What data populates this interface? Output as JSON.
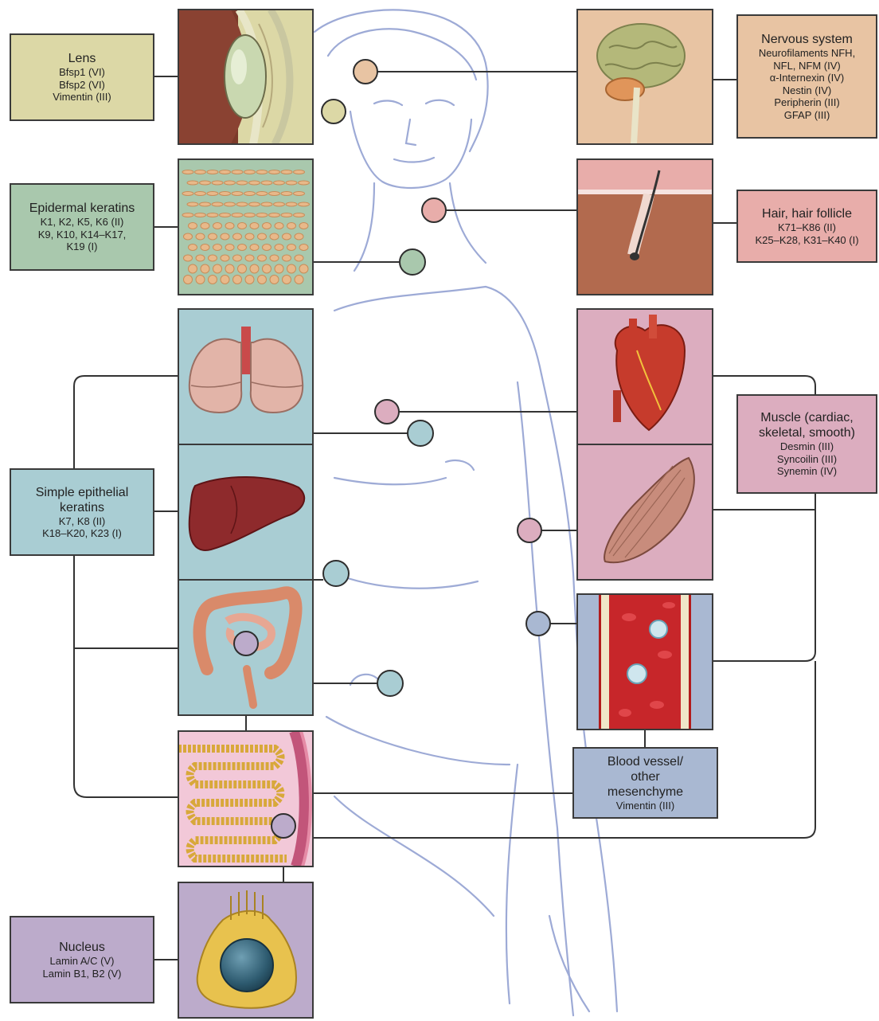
{
  "colors": {
    "lens": "#dcd8a6",
    "nervous": "#e8c4a3",
    "epidermal": "#a9c8ad",
    "hair": "#e8adaa",
    "simple": "#a9cdd3",
    "muscle": "#dcadbf",
    "blood": "#a9b8d2",
    "nucleus": "#bcabcb",
    "connector": "#333333",
    "sketch": "#8d9ccf"
  },
  "labels": {
    "lens": {
      "title": "Lens",
      "lines": [
        "Bfsp1 (VI)",
        "Bfsp2 (VI)",
        "Vimentin (III)"
      ]
    },
    "nervous": {
      "title": "Nervous system",
      "lines": [
        "Neurofilaments NFH,",
        "NFL, NFM (IV)",
        "α-Internexin (IV)",
        "Nestin (IV)",
        "Peripherin (III)",
        "GFAP (III)"
      ]
    },
    "epidermal": {
      "title": "Epidermal keratins",
      "lines": [
        "K1, K2, K5, K6 (II)",
        "K9, K10, K14–K17,",
        "K19 (I)"
      ]
    },
    "hair": {
      "title": "Hair, hair follicle",
      "lines": [
        "K71–K86 (II)",
        "K25–K28, K31–K40 (I)"
      ]
    },
    "simple": {
      "title": "Simple epithelial keratins",
      "lines": [
        "K7, K8 (II)",
        "K18–K20, K23 (I)"
      ]
    },
    "muscle": {
      "title": "Muscle (cardiac, skeletal, smooth)",
      "lines": [
        "Desmin (III)",
        "Syncoilin (III)",
        "Synemin (IV)"
      ]
    },
    "blood": {
      "title": "Blood vessel/ other mesenchyme",
      "lines": [
        "Vimentin (III)"
      ]
    },
    "nucleus": {
      "title": "Nucleus",
      "lines": [
        "Lamin A/C (V)",
        "Lamin B1, B2 (V)"
      ]
    }
  },
  "tissues": [
    "eye",
    "brain",
    "epidermis",
    "hair-follicle",
    "lungs",
    "heart",
    "liver",
    "skeletal-muscle",
    "intestine",
    "blood-vessel",
    "villi",
    "cell"
  ]
}
